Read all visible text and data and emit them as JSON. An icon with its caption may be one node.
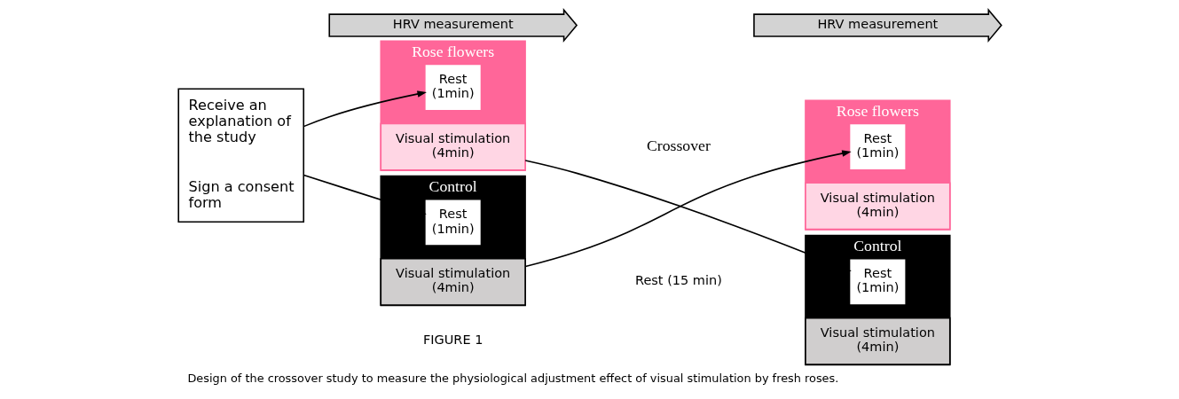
{
  "diagram": {
    "caption": "Design of the crossover study to measure the physiological adjustment effect of visual stimulation by fresh roses.",
    "nodes": [
      {
        "text": [
          "Receive an explanation of the study",
          "Sign a consent form"
        ]
      },
      {
        "text": [
          "HRV measurement"
        ]
      },
      {
        "text": [
          "Rose flowers"
        ]
      },
      {
        "text": [
          "Rest (1min)"
        ],
        "in": 2
      },
      {
        "text": [
          "Visual stimulation (4min)"
        ],
        "in": 2
      },
      {
        "text": [
          "Control"
        ]
      },
      {
        "text": [
          "Rest (1min)"
        ],
        "in": 5
      },
      {
        "text": [
          "Visual stimulation (4min)"
        ],
        "in": 5
      },
      {
        "text": [
          "HRV measurement"
        ]
      },
      {
        "text": [
          "Rose flowers"
        ]
      },
      {
        "text": [
          "Rest (1min)"
        ],
        "in": 9
      },
      {
        "text": [
          "Visual stimulation (4min)"
        ],
        "in": 9
      },
      {
        "text": [
          "Control"
        ]
      },
      {
        "text": [
          "Rest (1min)"
        ],
        "in": 12
      },
      {
        "text": [
          "Visual stimulation (4min)"
        ],
        "in": 12
      }
    ],
    "edges": [
      {
        "from": 0,
        "to": 3,
        "arrow": "to"
      },
      {
        "from": 0,
        "to": 6,
        "arrow": "to"
      },
      {
        "from": 4,
        "to": 13,
        "arrow": "to"
      },
      {
        "from": 7,
        "to": 10,
        "arrow": "to"
      }
    ],
    "labels": [
      "Crossover",
      "Rest (15 min)",
      "FIGURE 1"
    ]
  }
}
